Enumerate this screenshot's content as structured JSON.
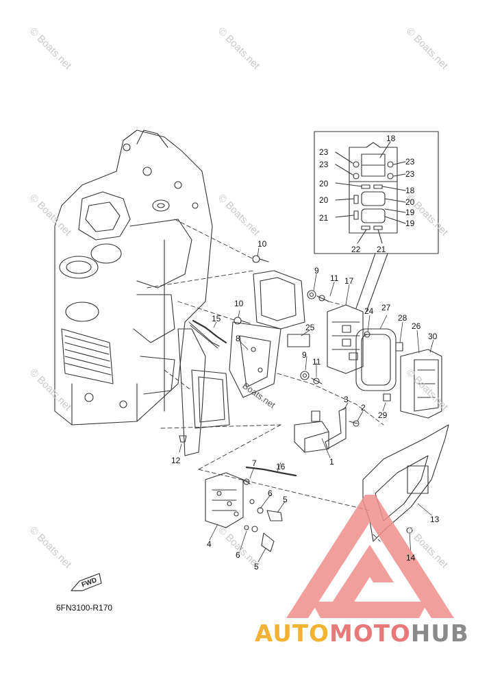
{
  "watermarks": [
    {
      "text": "© Boats.net"
    },
    {
      "text": "© Boats.net"
    },
    {
      "text": "© Boats.net"
    },
    {
      "text": "© Boats.net"
    },
    {
      "text": "© Boats.net"
    },
    {
      "text": "© Boats.net"
    },
    {
      "text": "© Boats.net"
    },
    {
      "text": "© Boats.net"
    },
    {
      "text": "© Boats.net"
    },
    {
      "text": "© Boats.net"
    },
    {
      "text": "© Boats.net"
    }
  ],
  "callouts": [
    "18",
    "23",
    "23",
    "23",
    "23",
    "20",
    "18",
    "20",
    "20",
    "19",
    "21",
    "19",
    "22",
    "21",
    "10",
    "9",
    "11",
    "17",
    "10",
    "15",
    "8",
    "25",
    "24",
    "27",
    "28",
    "26",
    "30",
    "9",
    "11",
    "3",
    "2",
    "29",
    "12",
    "1",
    "7",
    "16",
    "6",
    "5",
    "4",
    "6",
    "5",
    "13",
    "14"
  ],
  "diagram_label": "Boats.net",
  "fwd_label": "FWD",
  "reference_code": "6FN3100-R170",
  "brand": {
    "part1": "AUTO",
    "part2": "MOTO",
    "part3": "HUB"
  },
  "colors": {
    "line": "#333333",
    "brand_orange": "#f2b233",
    "brand_red": "#e8797a",
    "brand_gray": "#8a8a8a",
    "logo_red": "#ee8f8c"
  }
}
